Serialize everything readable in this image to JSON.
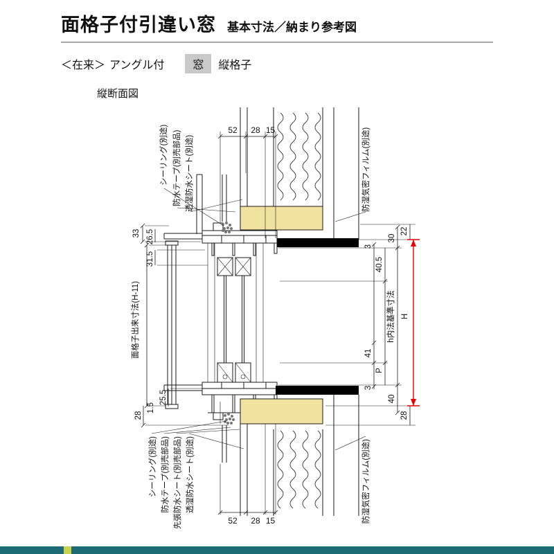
{
  "header": {
    "title": "面格子付引違い窓",
    "subtitle": "基本寸法／納まり参考図",
    "variant": {
      "prefix": "＜在来＞",
      "angle": "アングル付",
      "window": "窓",
      "lattice": "縦格子"
    },
    "section_label": "縦断面図"
  },
  "dims": {
    "top": [
      "52",
      "28",
      "15"
    ],
    "bottom": [
      "52",
      "28",
      "15"
    ],
    "left_top": {
      "d33": "33",
      "d26_5": "26.5",
      "d31_5": "31.5"
    },
    "left_bottom": {
      "d28": "28",
      "d1_5": "1.5",
      "d25_5": "25.5"
    },
    "right": {
      "d22": "22",
      "d30": "30",
      "d3_top": "3",
      "d40_5": "40.5",
      "h_total": "H",
      "h_inner": "h内法基準寸法",
      "d41": "41",
      "p": "P",
      "d3_bottom": "3",
      "d40": "40",
      "d28": "28"
    },
    "grille_height": "面格子出来寸法(H-11)"
  },
  "callouts": {
    "top_left": [
      "シーリング(別途)",
      "防水テープ(別売部品)",
      "透湿防水シート(別途)"
    ],
    "top_right": "防湿気密フィルム(別途)",
    "bottom_left": [
      "シーリング(別途)",
      "防水テープ(別売部品)",
      "先張防水シート(別売部品)",
      "透湿防水シート(別途)"
    ],
    "bottom_right": "防湿気密フィルム(別途)"
  },
  "colors": {
    "dimension_red": "#e60000",
    "wood_fill": "#f2e2a0",
    "highlight_gray": "#c9c9c9",
    "footer_teal": "#1d6b74",
    "footer_accent": "#c8d44e"
  }
}
